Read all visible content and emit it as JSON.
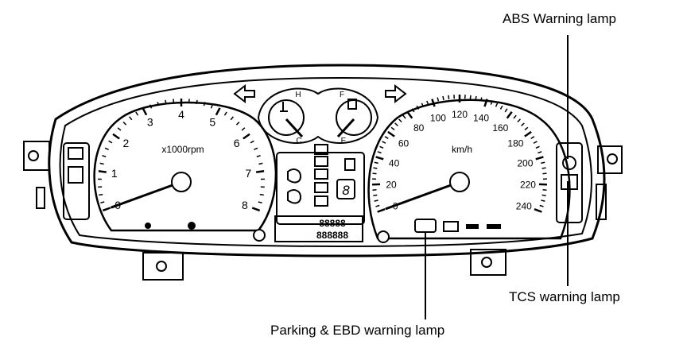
{
  "callouts": {
    "abs": "ABS Warning lamp",
    "tcs": "TCS warning lamp",
    "parking_ebd": "Parking & EBD warning lamp"
  },
  "tachometer": {
    "unit": "x1000rpm",
    "min": 0,
    "max": 8,
    "needle_value": 0,
    "ticks": [
      "0",
      "1",
      "2",
      "3",
      "4",
      "5",
      "6",
      "7",
      "8"
    ]
  },
  "speedometer": {
    "unit": "km/h",
    "min": 0,
    "max": 240,
    "needle_value": 0,
    "ticks": [
      "0",
      "20",
      "40",
      "60",
      "80",
      "100",
      "120",
      "140",
      "160",
      "180",
      "200",
      "220",
      "240"
    ]
  },
  "temp_gauge": {
    "hot_label": "H",
    "cold_label": "C"
  },
  "fuel_gauge": {
    "full_label": "F",
    "empty_label": "E"
  },
  "odometer": {
    "upper": "88888",
    "lower": "888888"
  },
  "gear_display": "8",
  "colors": {
    "ink": "#000000",
    "paper": "#ffffff"
  }
}
